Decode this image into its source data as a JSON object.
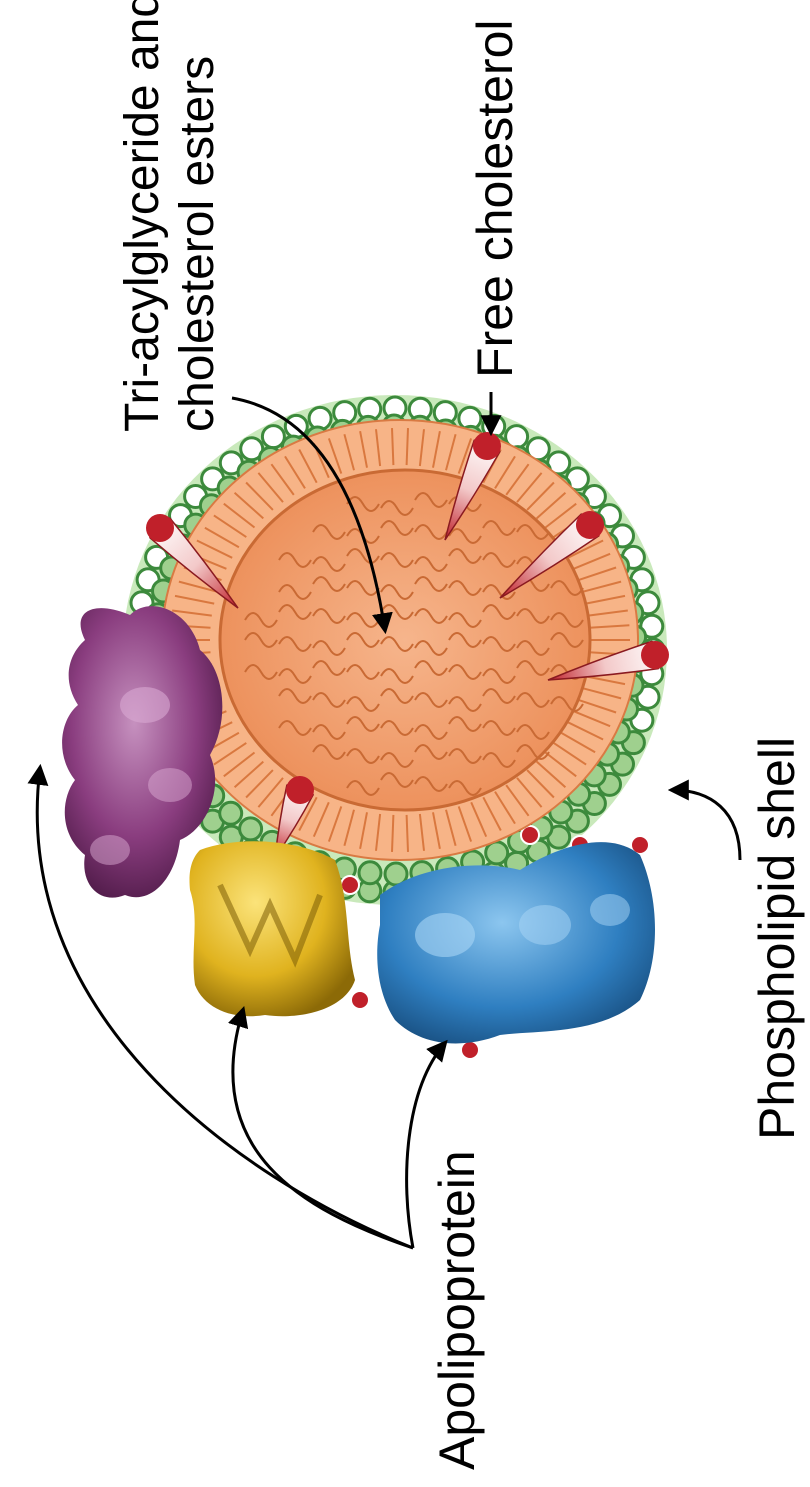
{
  "labels": {
    "core": [
      "Tri-acylglyceride and",
      "cholesterol esters"
    ],
    "free_cholesterol": "Free cholesterol",
    "phospholipid_shell": "Phospholipid shell",
    "apolipoprotein": "Apolipoprotein"
  },
  "colors": {
    "core": "#f4a778",
    "phospholipid_head": "#9fd08e",
    "phospholipid_head_outline": "#3c8a3c",
    "head_inner": "#ffffff",
    "cholesterol": "#c0202a",
    "apolipoprotein_purple": "#8a3d7f",
    "apolipoprotein_yellow": "#e0b31f",
    "apolipoprotein_blue": "#2f7fc1"
  }
}
